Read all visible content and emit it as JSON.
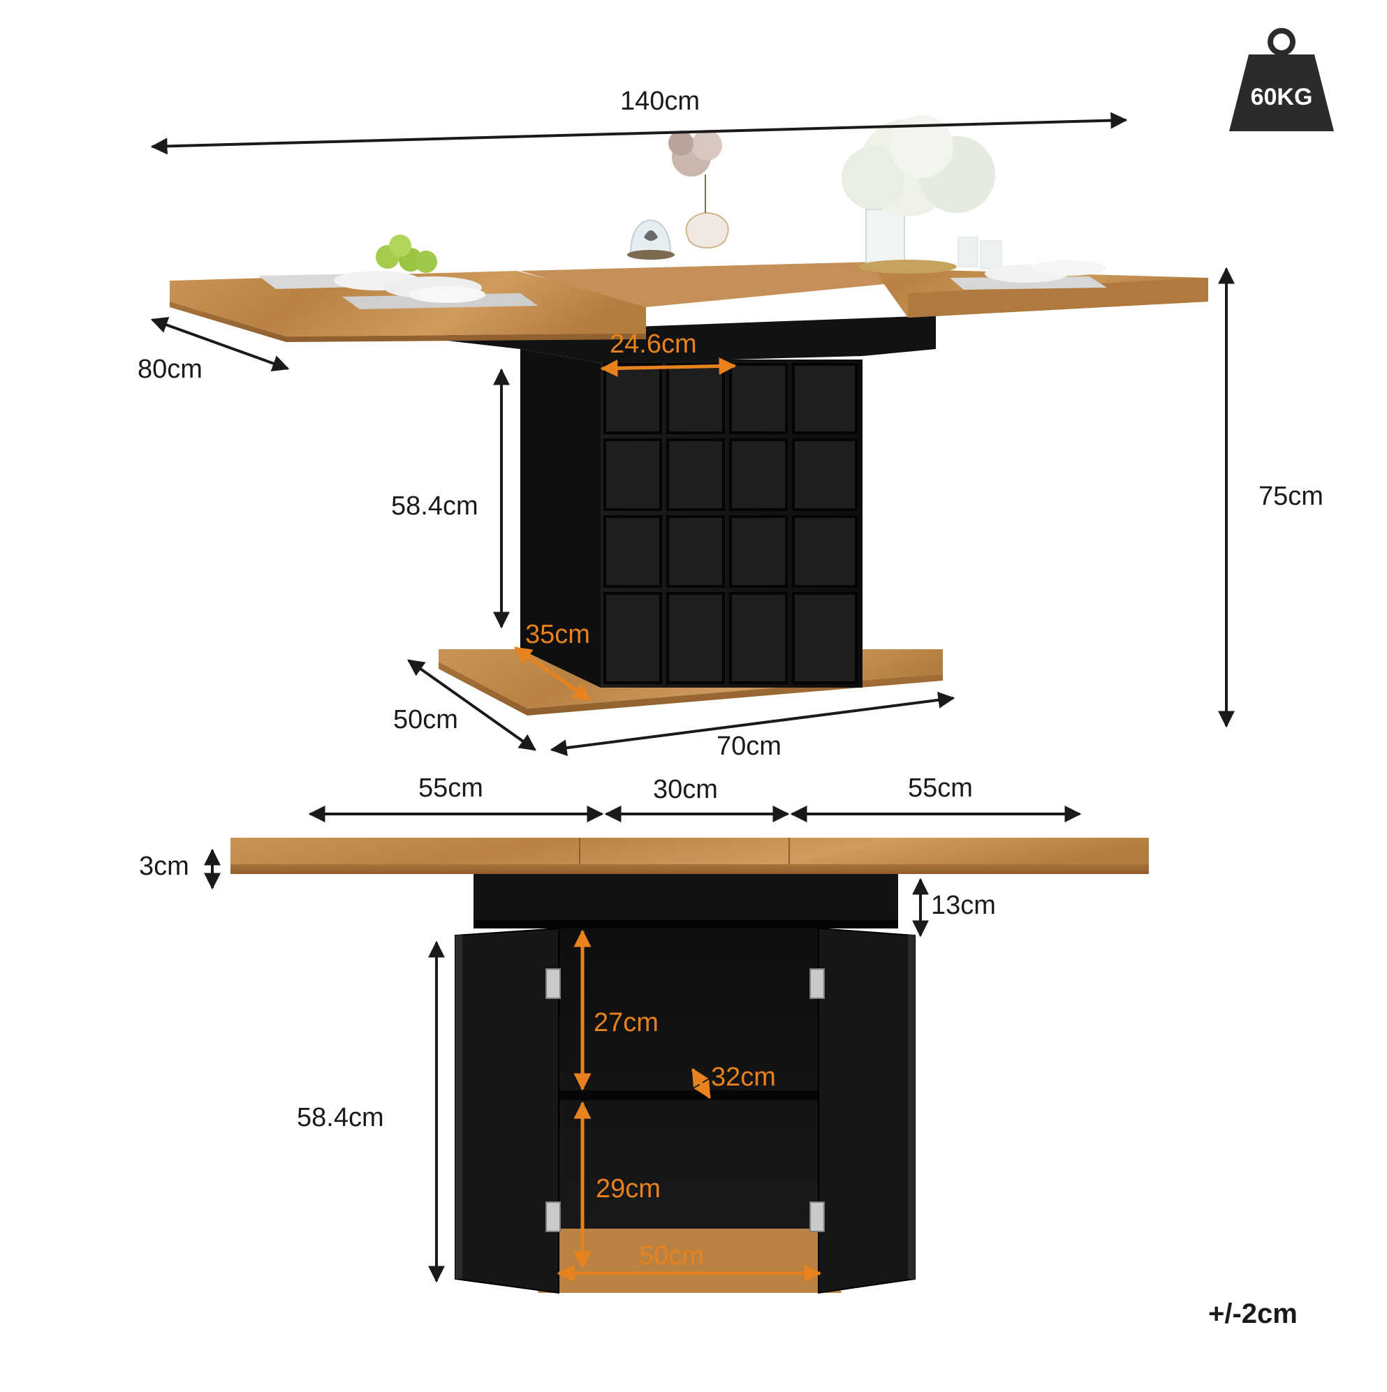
{
  "weight_badge": {
    "text": "60KG"
  },
  "top_view": {
    "length": "140cm",
    "depth": "80cm",
    "height": "75cm",
    "leg_height": "58.4cm",
    "leg_width": "24.6cm",
    "leg_depth": "35cm",
    "base_depth": "50cm",
    "base_width": "70cm"
  },
  "front_view": {
    "left_leaf": "55cm",
    "center_leaf": "30cm",
    "right_leaf": "55cm",
    "top_thickness": "3cm",
    "apron_height": "13cm",
    "cabinet_height": "58.4cm",
    "upper_shelf": "27cm",
    "shelf_depth": "32cm",
    "lower_shelf": "29cm",
    "inner_width": "50cm"
  },
  "tolerance": "+/-2cm",
  "colors": {
    "oak": "#c08a4a",
    "black": "#151515",
    "accent": "#e8821e"
  }
}
